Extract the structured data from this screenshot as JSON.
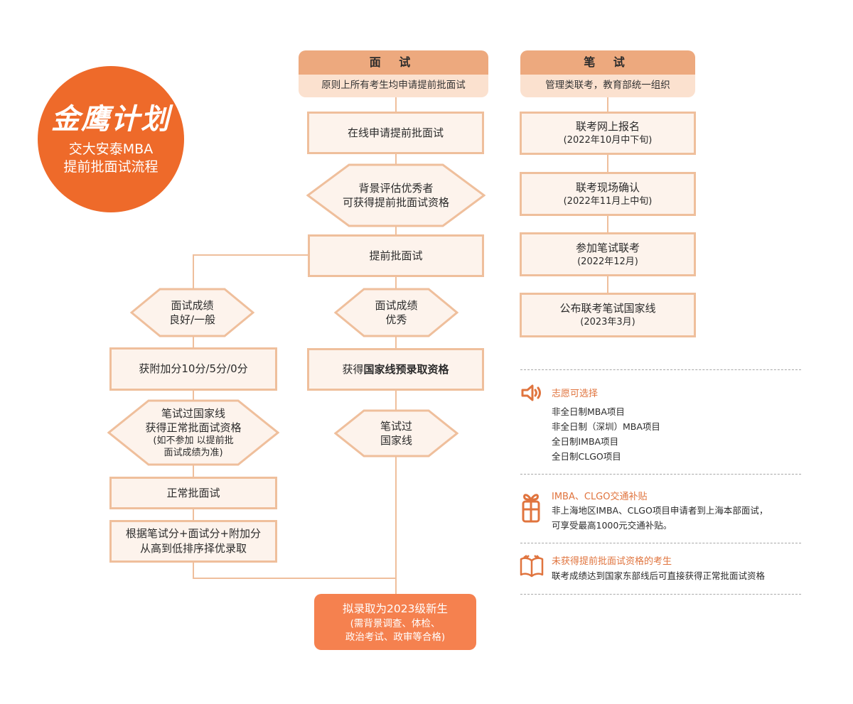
{
  "logo": {
    "title": "金鹰计划",
    "subtitle_line1": "交大安泰MBA",
    "subtitle_line2": "提前批面试流程",
    "color": "#ee6a2a"
  },
  "interview_column": {
    "header_title": "面 试",
    "header_subtitle": "原则上所有考生均申请提前批面试",
    "step1": "在线申请提前批面试",
    "decision1_line1": "背景评估优秀者",
    "decision1_line2": "可获得提前批面试资格",
    "step2": "提前批面试",
    "excellent_branch": {
      "decision_line1": "面试成绩",
      "decision_line2": "优秀",
      "result_prefix": "获得",
      "result_bold": "国家线预录取资格",
      "written_line1": "笔试过",
      "written_line2": "国家线"
    },
    "good_branch": {
      "decision_line1": "面试成绩",
      "decision_line2": "良好/一般",
      "bonus": "获附加分10分/5分/0分",
      "written_line1": "笔试过国家线",
      "written_line2": "获得正常批面试资格",
      "written_line3": "(如不参加 以提前批",
      "written_line4": "面试成绩为准)",
      "normal_interview": "正常批面试",
      "ranking_line1": "根据笔试分+面试分+附加分",
      "ranking_line2": "从高到低排序择优录取"
    },
    "final": {
      "line1": "拟录取为2023级新生",
      "line2": "(需背景调查、体检、",
      "line3": "政治考试、政审等合格)",
      "color": "#f5814f"
    }
  },
  "written_column": {
    "header_title": "笔 试",
    "header_subtitle": "管理类联考，教育部统一组织",
    "steps": [
      {
        "title": "联考网上报名",
        "date": "(2022年10月中下旬)"
      },
      {
        "title": "联考现场确认",
        "date": "(2022年11月上中旬)"
      },
      {
        "title": "参加笔试联考",
        "date": "(2022年12月)"
      },
      {
        "title": "公布联考笔试国家线",
        "date": "(2023年3月)"
      }
    ]
  },
  "notes": [
    {
      "icon": "speaker-icon",
      "title": "志愿可选择",
      "lines": [
        "非全日制MBA项目",
        "非全日制（深圳）MBA项目",
        "全日制IMBA项目",
        "全日制CLGO项目"
      ]
    },
    {
      "icon": "gift-icon",
      "title": "IMBA、CLGO交通补贴",
      "lines": [
        "非上海地区IMBA、CLGO项目申请者到上海本部面试，",
        "可享受最高1000元交通补贴。"
      ]
    },
    {
      "icon": "book-icon",
      "title": "未获得提前批面试资格的考生",
      "lines": [
        "联考成绩达到国家东部线后可直接获得正常批面试资格"
      ]
    }
  ],
  "colors": {
    "accent": "#ee6a2a",
    "header_dark": "#eda97e",
    "header_light": "#fbe1cf",
    "box_fill": "#fdf3ec",
    "box_border": "#efbf9c",
    "note_title": "#e0743e"
  }
}
